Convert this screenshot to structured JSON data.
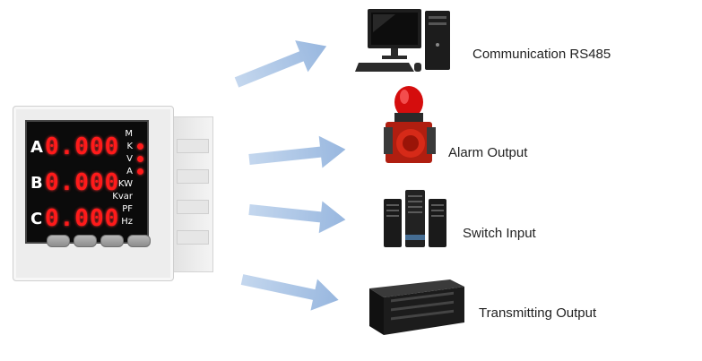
{
  "meter": {
    "phases": [
      "A",
      "B",
      "C"
    ],
    "readings": [
      "0.000",
      "0.000",
      "0.000"
    ],
    "units": [
      "M",
      "K",
      "V",
      "A",
      "KW",
      "Kvar",
      "PF",
      "Hz"
    ]
  },
  "outputs": [
    {
      "label": "Communication RS485",
      "icon": "computer-icon"
    },
    {
      "label": "Alarm Output",
      "icon": "alarm-siren-icon"
    },
    {
      "label": "Switch Input",
      "icon": "server-rack-icon"
    },
    {
      "label": "Transmitting Output",
      "icon": "rack-chassis-icon"
    }
  ],
  "colors": {
    "arrow": "#a9c4e4",
    "led": "#ff1a1a"
  }
}
